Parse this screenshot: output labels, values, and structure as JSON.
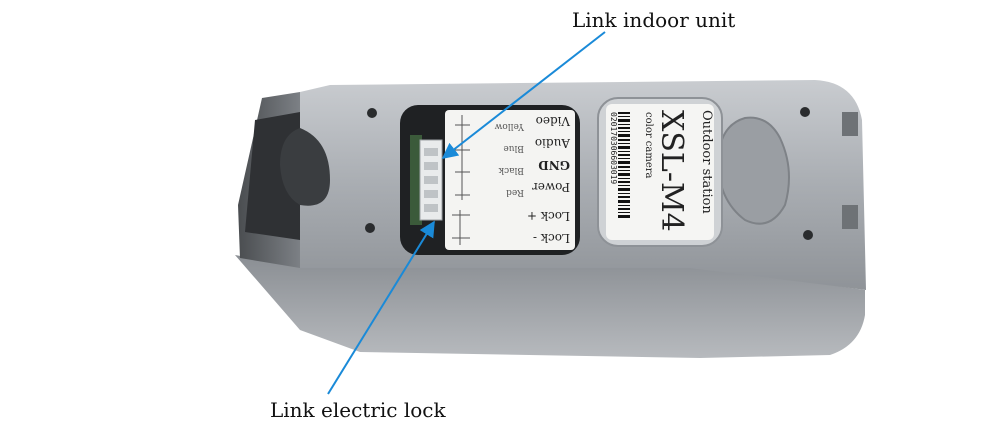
{
  "annotations": {
    "top": "Link indoor unit",
    "bottom": "Link electric lock"
  },
  "wiring_label": {
    "rows": [
      "Video",
      "Yellow",
      "Audio",
      "Blue",
      "GND",
      "Black",
      "Power",
      "Red",
      "Lock +",
      "Lock -"
    ]
  },
  "product_label": {
    "line1": "Outdoor station",
    "model": "XSL-M4",
    "line3": "color camera",
    "serial": "020170306603019"
  },
  "colors": {
    "housing": "#9fa4a9",
    "arrow": "#1a8ad8"
  }
}
